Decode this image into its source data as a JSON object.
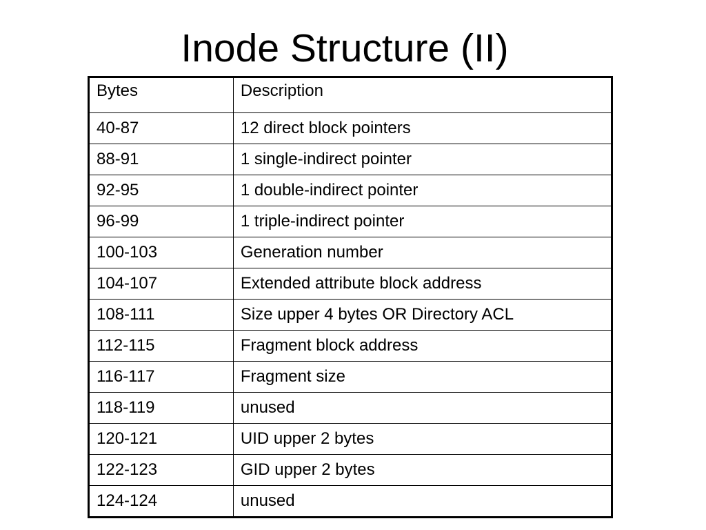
{
  "slide": {
    "title": "Inode Structure (II)"
  },
  "table": {
    "headers": {
      "bytes": "Bytes",
      "description": "Description"
    },
    "rows": [
      {
        "bytes": "40-87",
        "description": "12 direct block pointers"
      },
      {
        "bytes": "88-91",
        "description": "1 single-indirect pointer"
      },
      {
        "bytes": "92-95",
        "description": "1 double-indirect pointer"
      },
      {
        "bytes": "96-99",
        "description": "1 triple-indirect pointer"
      },
      {
        "bytes": "100-103",
        "description": "Generation number"
      },
      {
        "bytes": "104-107",
        "description": "Extended attribute block address"
      },
      {
        "bytes": "108-111",
        "description": "Size upper 4 bytes OR Directory ACL"
      },
      {
        "bytes": "112-115",
        "description": "Fragment block address"
      },
      {
        "bytes": "116-117",
        "description": "Fragment size"
      },
      {
        "bytes": "118-119",
        "description": "unused"
      },
      {
        "bytes": "120-121",
        "description": "UID upper 2 bytes"
      },
      {
        "bytes": "122-123",
        "description": "GID upper 2 bytes"
      },
      {
        "bytes": "124-124",
        "description": "unused"
      }
    ]
  }
}
